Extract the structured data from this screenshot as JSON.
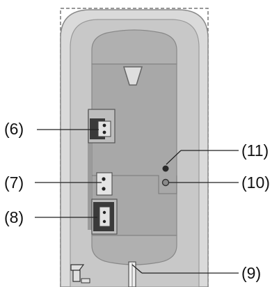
{
  "callouts": {
    "c6": "(6)",
    "c7": "(7)",
    "c8": "(8)",
    "c9": "(9)",
    "c10": "(10)",
    "c11": "(11)"
  },
  "colors": {
    "housing_outer": "#dadada",
    "housing_inner": "#c7c7c7",
    "tank": "#a9a9a9",
    "component_dark": "#3a3a3a",
    "component_light": "#e6e6e6",
    "leader_line": "#222222"
  }
}
